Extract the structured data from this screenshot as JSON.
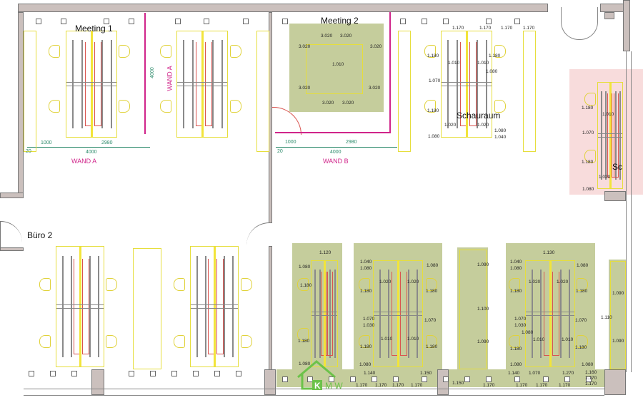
{
  "rooms": {
    "meeting1": "Meeting 1",
    "meeting2": "Meeting 2",
    "schauraum": "Schauraum",
    "buero2": "Büro 2",
    "sc": "Sc"
  },
  "walls": {
    "wand_a": "WAND A",
    "wand_a_vertical": "WAND A",
    "wand_b": "WAND B"
  },
  "dimensions": {
    "a_1000": "1000",
    "a_2980": "2980",
    "a_4000": "4000",
    "a_vertical_4000": "4000",
    "a_20": "20",
    "b_1000": "1000",
    "b_2980": "2980",
    "b_4000": "4000",
    "b_20": "20"
  },
  "meeting2_labels": [
    "3.020",
    "3.020",
    "3.020",
    "3.020",
    "1.010",
    "3.020",
    "3.020",
    "3.020",
    "3.020"
  ],
  "schauraum_labels": [
    "1.170",
    "1.170",
    "1.170",
    "1.170",
    "1.180",
    "1.010",
    "1.010",
    "1.080",
    "1.070",
    "1.020",
    "1.180",
    "1.180",
    "1.020",
    "1.080",
    "1.080",
    "1.040"
  ],
  "sc_labels": [
    "1.180",
    "1.010",
    "1.070",
    "1.180",
    "1.020",
    "1.080"
  ],
  "bottom_labels": [
    "1.120",
    "1.080",
    "1.180",
    "1.180",
    "1.080",
    "1.040",
    "1.080",
    "1.020",
    "1.020",
    "1.080",
    "1.180",
    "1.180",
    "1.070",
    "1.030",
    "1.070",
    "1.010",
    "1.010",
    "1.180",
    "1.180",
    "1.080",
    "1.090",
    "1.100",
    "1.090",
    "1.130",
    "1.040",
    "1.080",
    "1.020",
    "1.020",
    "1.080",
    "1.180",
    "1.180",
    "1.070",
    "1.030",
    "1.070",
    "1.080",
    "1.010",
    "1.010",
    "1.180",
    "1.180",
    "1.080",
    "1.080",
    "1.090",
    "1.110",
    "1.090"
  ],
  "bottom_strip_labels": [
    "1.140",
    "1.150",
    "1.170",
    "1.170",
    "1.170",
    "1.170",
    "1.150",
    "1.170",
    "1.170",
    "1.170",
    "1.170",
    "1.140",
    "1.070",
    "1.270",
    "1.160",
    "1.170",
    "1.170"
  ],
  "logo": {
    "text": "KMW"
  },
  "colors": {
    "wall": "#cbc0bd",
    "furniture": "#e6de3c",
    "zone_green": "#c5cd9c",
    "zone_pink": "#f8dcdc",
    "wand": "#d0248a",
    "dimension": "#2b8a6a"
  }
}
